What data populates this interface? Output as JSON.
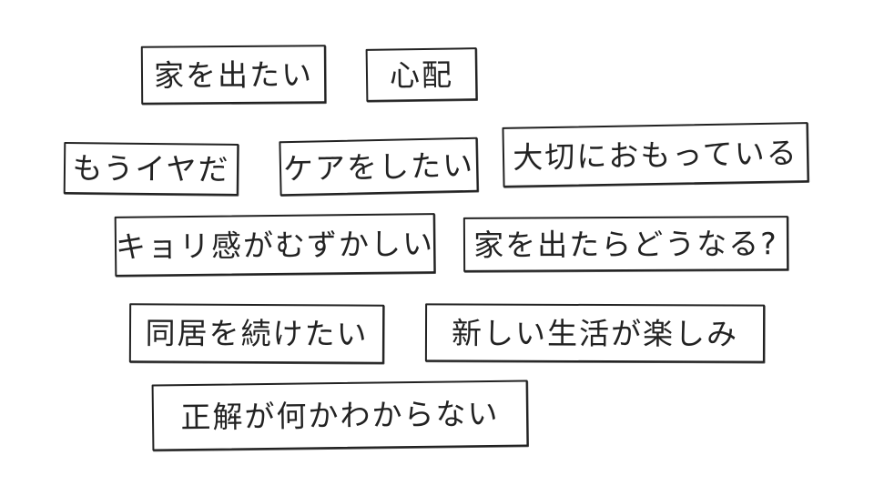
{
  "notes": [
    "家を出たい",
    "心配",
    "もうイヤだ",
    "ケアをしたい",
    "大切におもっている",
    "キョリ感がむずかしい",
    "家を出たらどうなる?",
    "同居を続けたい",
    "新しい生活が楽しみ",
    "正解が何かわからない"
  ],
  "colors": {
    "background": "#ffffff",
    "ink": "#222222"
  }
}
